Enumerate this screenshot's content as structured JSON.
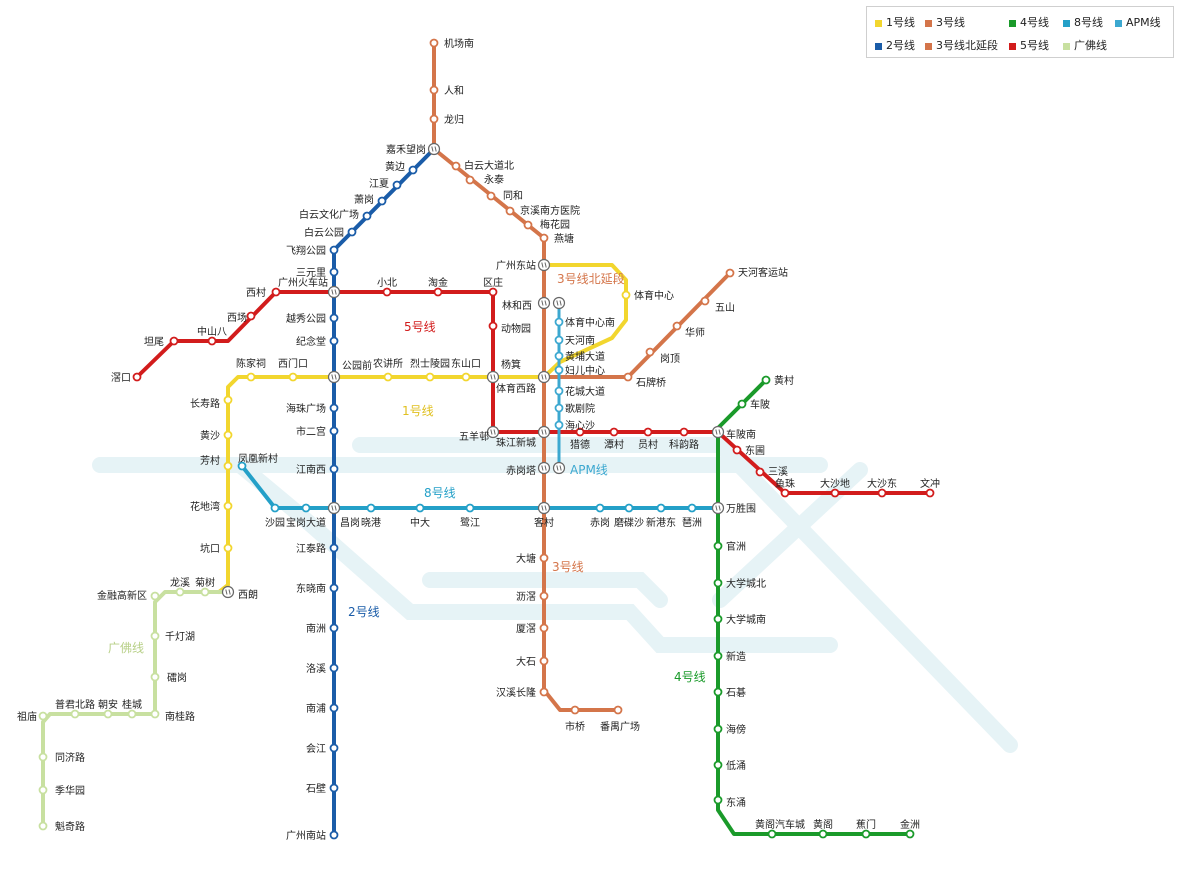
{
  "colors": {
    "line1": "#f2d62e",
    "line2": "#1a5ca8",
    "line3": "#d4754a",
    "line4": "#1a9a2a",
    "line5": "#d21c1c",
    "line8": "#24a0c8",
    "apm": "#3ca8d0",
    "guangfo": "#c8e0a0",
    "bg_track": "#e6f3f6"
  },
  "legend": {
    "items": [
      {
        "label": "1号线",
        "color": "#f2d62e"
      },
      {
        "label": "3号线",
        "color": "#d4754a"
      },
      {
        "label": "4号线",
        "color": "#1a9a2a"
      },
      {
        "label": "8号线",
        "color": "#24a0c8"
      },
      {
        "label": "APM线",
        "color": "#3ca8d0"
      },
      {
        "label": "2号线",
        "color": "#1a5ca8"
      },
      {
        "label": "3号线北延段",
        "color": "#d4754a"
      },
      {
        "label": "5号线",
        "color": "#d21c1c"
      },
      {
        "label": "广佛线",
        "color": "#c8e0a0"
      }
    ]
  },
  "line_labels": {
    "line1": "1号线",
    "line2": "2号线",
    "line3": "3号线",
    "line3n": "3号线北延段",
    "line4": "4号线",
    "line5": "5号线",
    "line8": "8号线",
    "apm": "APM线",
    "guangfo": "广佛线"
  },
  "stations": {
    "jichangnan": "机场南",
    "renhe": "人和",
    "longgui": "龙归",
    "jiahewanggang": "嘉禾望岗",
    "baiyundadaobei": "白云大道北",
    "yongtai": "永泰",
    "tonghe": "同和",
    "jingxi": "京溪南方医院",
    "meihuayuan": "梅花园",
    "yantang": "燕塘",
    "guangzhoudongzhan": "广州东站",
    "tiyuzhongxin": "体育中心",
    "linhexi": "林和西",
    "huangbian": "黄边",
    "jiangxia": "江夏",
    "xiaogang": "萧岗",
    "baiyunwenhua": "白云文化广场",
    "baiyungongyuan": "白云公园",
    "feixianggongyuan": "飞翔公园",
    "sanyuanli": "三元里",
    "guangzhouhuochezhan": "广州火车站",
    "yuexiugongyuan": "越秀公园",
    "jiniantang": "纪念堂",
    "gongyuanqian": "公园前",
    "haizhuguangchang": "海珠广场",
    "shiergong": "市二宫",
    "jiangnanxi": "江南西",
    "changgang": "昌岗",
    "jiangtailu": "江泰路",
    "dongxiaonan": "东晓南",
    "nanzhou": "南洲",
    "luoxi": "洛溪",
    "nanpu": "南浦",
    "huijiang": "会江",
    "shibi": "石壁",
    "guangzhounanzhan": "广州南站",
    "xichang": "西场",
    "xicun": "西村",
    "zhongshanba": "中山八",
    "tanwei": "坦尾",
    "jiaokou": "滘口",
    "xiaobei": "小北",
    "taojin": "淘金",
    "quzhuang": "区庄",
    "dongwuyuan": "动物园",
    "yangji": "杨箕",
    "wuyangcun": "五羊邨",
    "zhujiangxincheng": "珠江新城",
    "liede": "猎德",
    "tancun": "潭村",
    "yuancun": "员村",
    "keyunlu": "科韵路",
    "chebeinan": "车陂南",
    "dongpu": "东圃",
    "sanxi": "三溪",
    "yuzhu": "鱼珠",
    "dashadi": "大沙地",
    "dashadong": "大沙东",
    "wenchong": "文冲",
    "chenjiaci": "陈家祠",
    "ximenkou": "西门口",
    "nongjiangsuo": "农讲所",
    "lieshilingyuan": "烈士陵园",
    "dongshankou": "东山口",
    "tiyuxilu": "体育西路",
    "changshoulu": "长寿路",
    "huangsha": "黄沙",
    "fangcun": "芳村",
    "huadiwan": "花地湾",
    "kengkou": "坑口",
    "xilang": "西朗",
    "tianhekeyunzhan": "天河客运站",
    "wushan": "五山",
    "huashi": "华师",
    "gangding": "岗顶",
    "shipaiqiao": "石牌桥",
    "tianhenan": "天河南",
    "kecun": "客村",
    "datang": "大塘",
    "lijiao": "沥滘",
    "xiajiao": "厦滘",
    "dashi": "大石",
    "hanxichanglong": "汉溪长隆",
    "shiqiao": "市桥",
    "panyuguangchang": "番禺广场",
    "tiyuzhongxinnan": "体育中心南",
    "huangpudadao": "黄埔大道",
    "funvzhongxin": "妇儿中心",
    "huachengdadao": "花城大道",
    "gejuyuan": "歌剧院",
    "haixinsha": "海心沙",
    "chigang": "赤岗塔",
    "fenghuangxincun": "凤凰新村",
    "shayuan": "沙园",
    "baogang": "宝岗大道",
    "xiaogangs": "晓港",
    "zhongda": "中大",
    "lujiang": "鹭江",
    "chigangs": "赤岗",
    "modiesha": "磨碟沙",
    "xingangdong": "新港东",
    "pazhou": "琶洲",
    "wanshengwei": "万胜围",
    "huangcun": "黄村",
    "chepi": "车陂",
    "guanzhou": "官洲",
    "daxuechengbei": "大学城北",
    "daxuechengnan": "大学城南",
    "xinzao": "新造",
    "shibei": "石碁",
    "haibang": "海傍",
    "dichong": "低涌",
    "dongchong": "东涌",
    "huangge_qiche": "黄阁汽车城",
    "huangge": "黄阁",
    "jiaomen": "蕉门",
    "jinzhou": "金洲",
    "longxi": "龙溪",
    "jushu": "菊树",
    "jinronggaoxin": "金融高新区",
    "qiandenghu": "千灯湖",
    "dengang": "礌岗",
    "nanguilu": "南桂路",
    "guicheng": "桂城",
    "chaoan": "朝安",
    "pujunbeilu": "普君北路",
    "zumiao": "祖庙",
    "tongjilu": "同济路",
    "jihuayuan": "季华园",
    "kuiqilu": "魁奇路"
  }
}
